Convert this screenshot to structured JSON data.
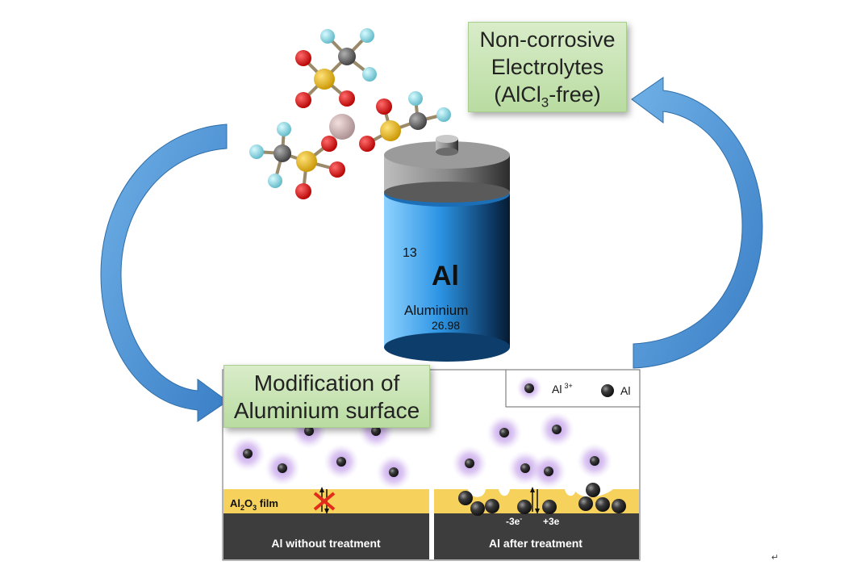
{
  "callouts": {
    "top": {
      "line1": "Non-corrosive",
      "line2": "Electrolytes",
      "line3_pre": "(AlCl",
      "line3_sub": "3",
      "line3_post": "-free)"
    },
    "middle": {
      "line1": "Modification of",
      "line2": "Aluminium surface"
    }
  },
  "battery": {
    "atomic_number": "13",
    "symbol": "Al",
    "name": "Aluminium",
    "mass": "26.98"
  },
  "legend": {
    "ion_label": "Al",
    "ion_sup": "3+",
    "atom_label": "Al"
  },
  "panels": {
    "left": {
      "caption": "Al without treatment",
      "film_pre": "Al",
      "film_sub1": "2",
      "film_mid": "O",
      "film_sub2": "3",
      "film_post": " film"
    },
    "right": {
      "caption": "Al after treatment",
      "minus_pre": "-3e",
      "minus_sup": "-",
      "plus": "+3e"
    }
  },
  "return_mark": "↵",
  "colors": {
    "arrow_blue": "#4a8fd0",
    "callout_green": "#c5e3b0",
    "battery_blue": "#2a8ee0",
    "film_yellow": "#f6d15b",
    "substrate_gray": "#3d3d3d",
    "ion_glow": "#b48ee0",
    "cross_red": "#e32b1c"
  }
}
